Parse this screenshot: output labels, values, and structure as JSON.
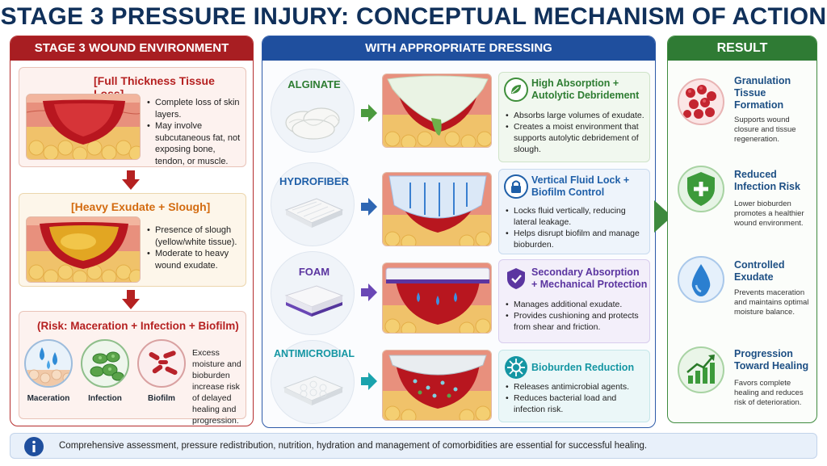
{
  "title": "STAGE 3 PRESSURE INJURY: CONCEPTUAL MECHANISM OF ACTION",
  "left": {
    "header": "STAGE 3 WOUND ENVIRONMENT",
    "card1": {
      "label": "[Full Thickness Tissue Loss]",
      "bullets": [
        "Complete loss of skin layers.",
        "May involve subcutaneous fat, not exposing bone, tendon, or muscle."
      ]
    },
    "card2": {
      "label": "[Heavy Exudate + Slough]",
      "bullets": [
        "Presence of slough (yellow/white tissue).",
        "Moderate to heavy wound exudate."
      ]
    },
    "card3": {
      "label": "(Risk: Maceration + Infection + Biofilm)",
      "text": "Excess moisture and bioburden increase risk of delayed healing and progression.",
      "icons": [
        {
          "label": "Maceration",
          "icon": "water-drops-icon"
        },
        {
          "label": "Infection",
          "icon": "bacteria-icon"
        },
        {
          "label": "Biofilm",
          "icon": "biofilm-icon"
        }
      ]
    }
  },
  "middle": {
    "header": "WITH APPROPRIATE DRESSING",
    "rows": [
      {
        "dressing": "ALGINATE",
        "title": "High Absorption + Autolytic Debridement",
        "icon": "leaf-icon",
        "bullets": [
          "Absorbs large volumes of exudate.",
          "Creates a moist environment that supports autolytic debridement of slough."
        ]
      },
      {
        "dressing": "HYDROFIBER",
        "title": "Vertical Fluid Lock + Biofilm Control",
        "icon": "lock-icon",
        "bullets": [
          "Locks fluid vertically, reducing lateral leakage.",
          "Helps disrupt biofilm and manage bioburden."
        ]
      },
      {
        "dressing": "FOAM",
        "title": "Secondary Absorption + Mechanical Protection",
        "icon": "shield-check-icon",
        "bullets": [
          "Manages additional exudate.",
          "Provides cushioning and protects from shear and friction."
        ]
      },
      {
        "dressing": "ANTIMICROBIAL",
        "title": "Bioburden Reduction",
        "icon": "microbe-icon",
        "bullets": [
          "Releases antimicrobial agents.",
          "Reduces bacterial load and infection risk."
        ]
      }
    ]
  },
  "right": {
    "header": "RESULT",
    "items": [
      {
        "title": "Granulation Tissue Formation",
        "desc": "Supports wound closure and tissue regeneration.",
        "icon": "granulation-icon"
      },
      {
        "title": "Reduced Infection Risk",
        "desc": "Lower bioburden promotes a healthier wound environment.",
        "icon": "shield-plus-icon"
      },
      {
        "title": "Controlled Exudate",
        "desc": "Prevents maceration and maintains optimal moisture balance.",
        "icon": "water-drop-icon"
      },
      {
        "title": "Progression Toward Healing",
        "desc": "Favors complete healing and reduces risk of deterioration.",
        "icon": "growth-chart-icon"
      }
    ]
  },
  "footer": {
    "text": "Comprehensive assessment, pressure redistribution, nutrition, hydration and management of comorbidities are essential for successful healing.",
    "icon": "info-icon"
  },
  "colors": {
    "red": "#a81e22",
    "blue": "#1f4f9e",
    "green": "#2f7b34",
    "algGreen": "#2e7d32",
    "hydroBlue": "#1f5fa8",
    "foamPurple": "#5b35a0",
    "antiTeal": "#1596a3"
  }
}
